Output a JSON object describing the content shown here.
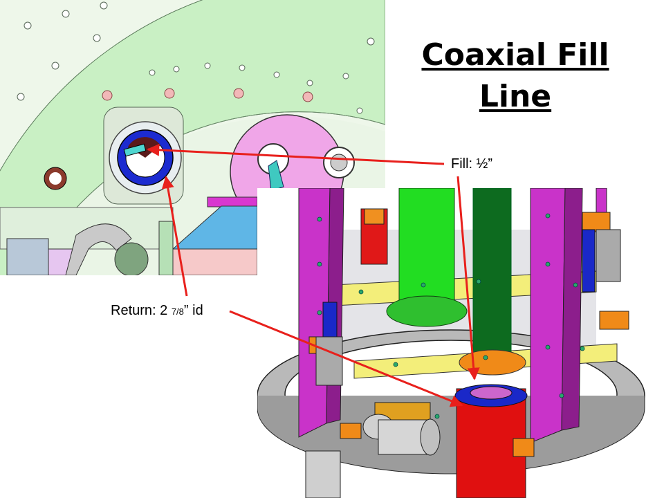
{
  "title": {
    "line1": "Coaxial Fill",
    "line2": "Line"
  },
  "labels": {
    "fill": "Fill: ½”",
    "return_prefix": "Return: 2 ",
    "return_fraction": "7/8",
    "return_suffix": "” id"
  },
  "colors": {
    "arrow": "#e8201c",
    "flange_green": "#ccf2c8",
    "pink_plate": "#f0a6e8",
    "magenta": "#cc33cc",
    "green_tube": "#22dd22",
    "dark_green_tube": "#0d6b1f",
    "red_tube": "#e01010",
    "yellow_beam": "#f5f07a",
    "orange_block": "#f08a18",
    "blue_port": "#1a28c8",
    "base_plate": "#b4b4b4"
  }
}
